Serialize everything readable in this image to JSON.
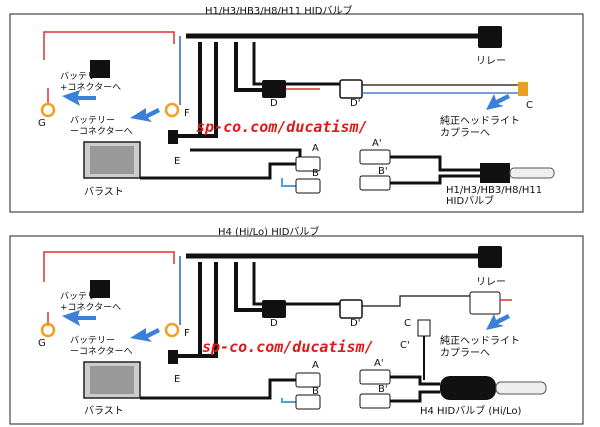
{
  "panel1": {
    "title": "H1/H3/HB3/H8/H11 HIDバルブ",
    "relay": "リレー",
    "battery_plus_1": "バッテリー",
    "battery_plus_2": "+コネクターへ",
    "battery_minus_1": "バッテリー",
    "battery_minus_2": "ーコネクターへ",
    "headlight_1": "純正ヘッドライト",
    "headlight_2": "カプラーへ",
    "ballast": "バラスト",
    "bulb_1": "H1/H3/HB3/H8/H11",
    "bulb_2": "HIDバルブ",
    "letters": {
      "g": "G",
      "f": "F",
      "e": "E",
      "d": "D",
      "d2": "D'",
      "c": "C",
      "a": "A",
      "a2": "A'",
      "b": "B",
      "b2": "B'"
    }
  },
  "panel2": {
    "title": "H4 (Hi/Lo) HIDバルブ",
    "relay": "リレー",
    "battery_plus_1": "バッテリー",
    "battery_plus_2": "+コネクターへ",
    "battery_minus_1": "バッテリー",
    "battery_minus_2": "ーコネクターへ",
    "headlight_1": "純正ヘッドライト",
    "headlight_2": "カプラーへ",
    "ballast": "バラスト",
    "bulb": "H4 HIDバルブ (Hi/Lo)",
    "letters": {
      "g": "G",
      "f": "F",
      "e": "E",
      "d": "D",
      "d2": "D'",
      "c": "C",
      "c2": "C'",
      "a": "A",
      "a2": "A'",
      "b": "B",
      "b2": "B'"
    }
  },
  "watermark": "sp-co.com/ducatism/",
  "colors": {
    "wire_red": "#e03030",
    "wire_blue": "#2a5fd0",
    "wire_black": "#111111",
    "ring": "#f0a020",
    "arrow": "#3a7fd8"
  }
}
